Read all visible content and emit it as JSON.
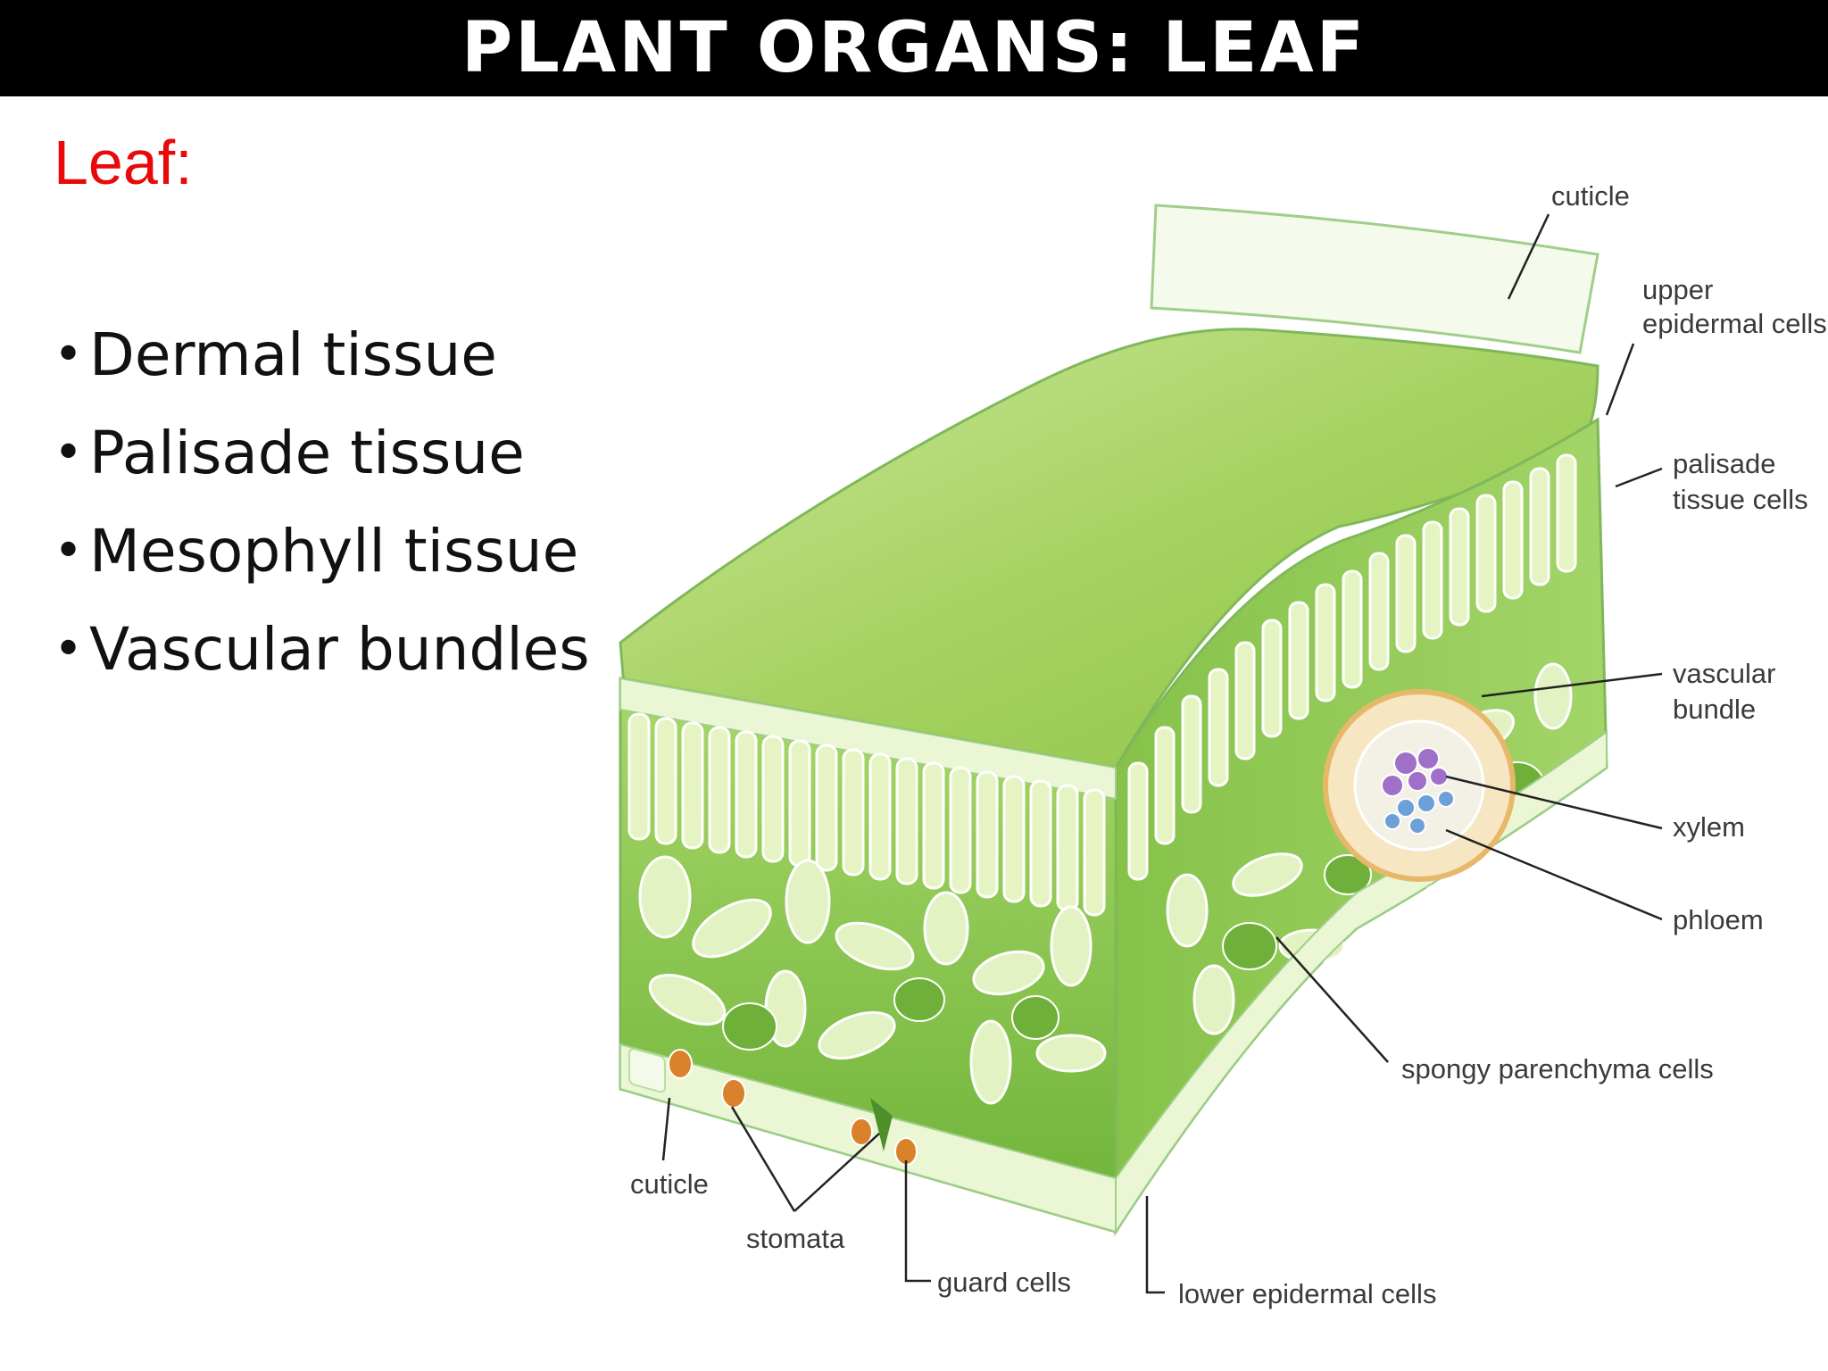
{
  "title": "PLANT ORGANS: LEAF",
  "subtitle": "Leaf:",
  "bullets": [
    "Dermal tissue",
    "Palisade tissue",
    "Mesophyll tissue",
    "Vascular bundles"
  ],
  "bullet_symbol": "•",
  "diagram": {
    "labels": {
      "cuticle_top": "cuticle",
      "upper_epidermal_1": "upper",
      "upper_epidermal_2": "epidermal cells",
      "palisade_1": "palisade",
      "palisade_2": "tissue cells",
      "vascular_1": "vascular",
      "vascular_2": "bundle",
      "xylem": "xylem",
      "phloem": "phloem",
      "spongy": "spongy parenchyma cells",
      "cuticle_bottom": "cuticle",
      "stomata": "stomata",
      "guard_cells": "guard cells",
      "lower_epidermal": "lower epidermal cells"
    },
    "colors": {
      "leaf_light": "#cfe8a3",
      "leaf_mid": "#9fd05c",
      "leaf_dark": "#5fa82e",
      "cell_fill": "#e9f5c8",
      "xylem": "#a070c8",
      "phloem": "#6ea0d8",
      "sheath": "#e8b86a",
      "guard": "#d9822b"
    }
  }
}
